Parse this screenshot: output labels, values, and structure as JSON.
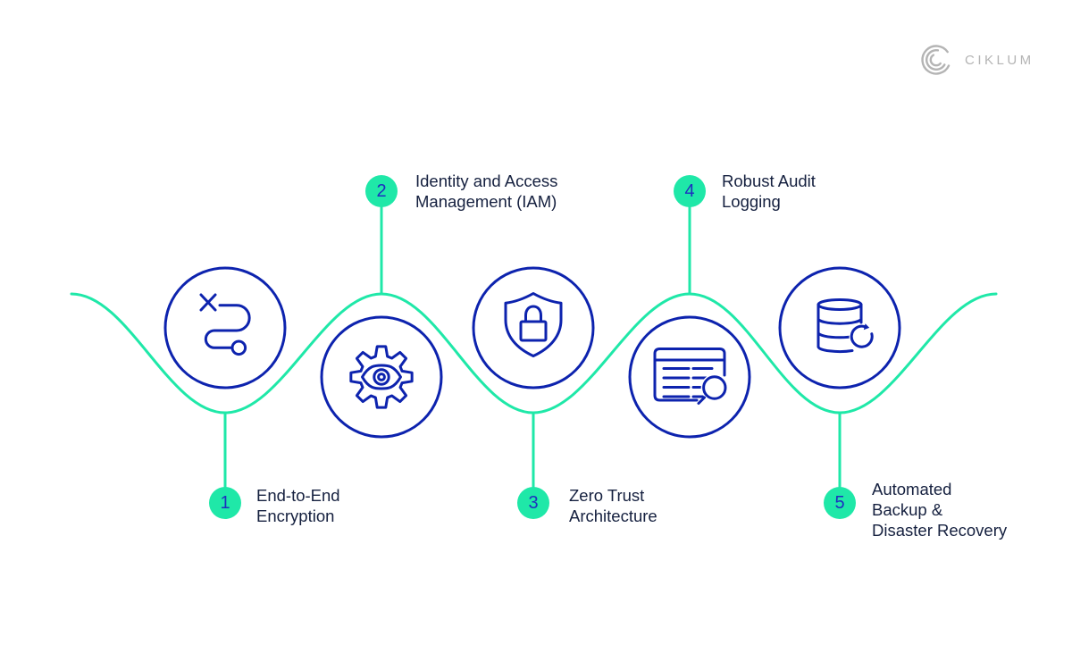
{
  "brand": {
    "name": "CIKLUM",
    "logo_icon": "ciklum-logo-icon"
  },
  "colors": {
    "accent_green": "#1FE8A8",
    "icon_blue": "#0D23AE",
    "number_blue": "#1E2FC0",
    "text_navy": "#15203F",
    "logo_gray": "#B4B4B4"
  },
  "steps": [
    {
      "number": "1",
      "label": "End-to-End\nEncryption",
      "icon": "route-plan-icon",
      "label_position": "below"
    },
    {
      "number": "2",
      "label": "Identity and Access\nManagement (IAM)",
      "icon": "gear-eye-monitoring-icon",
      "label_position": "above"
    },
    {
      "number": "3",
      "label": "Zero Trust\nArchitecture",
      "icon": "shield-lock-icon",
      "label_position": "below"
    },
    {
      "number": "4",
      "label": "Robust Audit\nLogging",
      "icon": "audit-log-search-icon",
      "label_position": "above"
    },
    {
      "number": "5",
      "label": "Automated\nBackup &\nDisaster Recovery",
      "icon": "database-restore-icon",
      "label_position": "below"
    }
  ]
}
